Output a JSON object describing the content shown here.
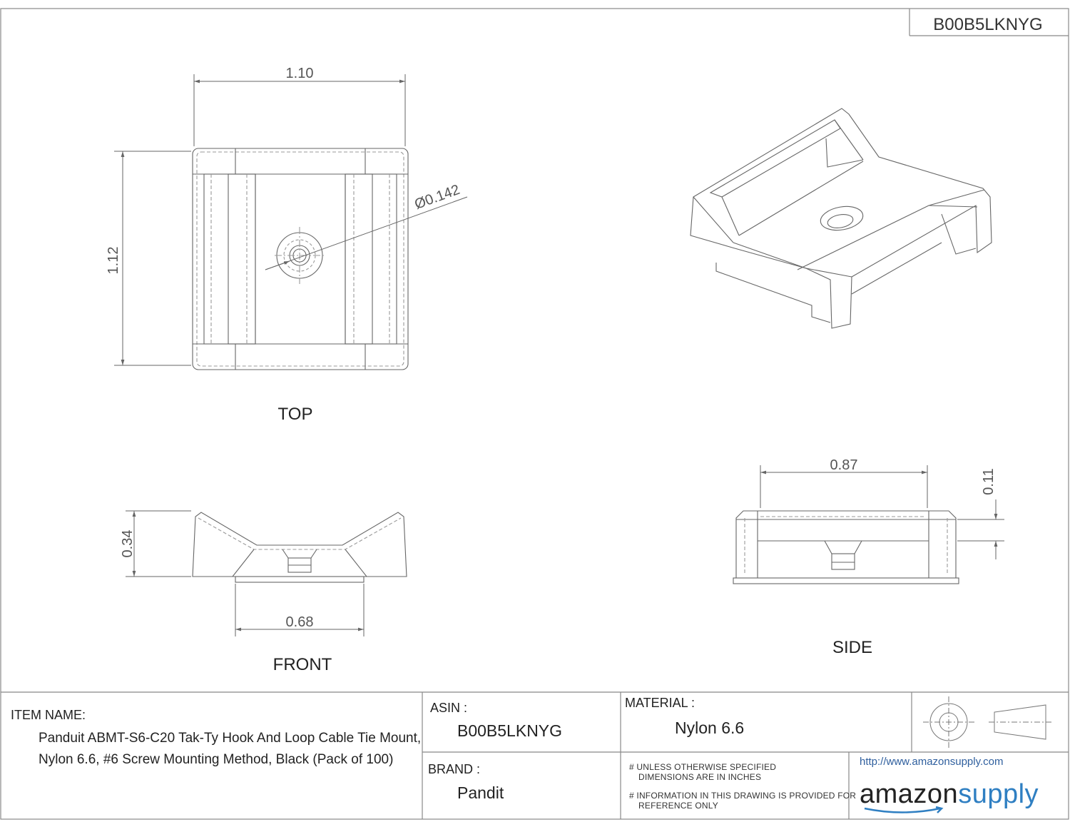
{
  "asin_header": "B00B5LKNYG",
  "views": {
    "top": {
      "label": "TOP",
      "width_dim": "1.10",
      "height_dim": "1.12",
      "hole_dim": "Ø0.142"
    },
    "front": {
      "label": "FRONT",
      "height_dim": "0.34",
      "base_dim": "0.68"
    },
    "side": {
      "label": "SIDE",
      "width_dim": "0.87",
      "thickness_dim": "0.11"
    }
  },
  "title_block": {
    "item_name_label": "ITEM NAME:",
    "item_name_line1": "Panduit ABMT-S6-C20 Tak-Ty Hook And Loop Cable Tie Mount,",
    "item_name_line2": "Nylon 6.6, #6 Screw Mounting Method, Black (Pack of 100)",
    "asin_label": "ASIN :",
    "asin_value": "B00B5LKNYG",
    "material_label": "MATERIAL :",
    "material_value": "Nylon 6.6",
    "brand_label": "BRAND :",
    "brand_value": "Pandit",
    "note1_line1": "# UNLESS OTHERWISE SPECIFIED",
    "note1_line2": "DIMENSIONS ARE IN INCHES",
    "note2_line1": "# INFORMATION IN THIS DRAWING IS PROVIDED FOR",
    "note2_line2": "REFERENCE ONLY",
    "url": "http://www.amazonsupply.com",
    "logo_part1": "amazon",
    "logo_part2": "supply"
  },
  "colors": {
    "line": "#6a6a6a",
    "frame": "#888888",
    "logo_accent": "#2f7fc2"
  }
}
